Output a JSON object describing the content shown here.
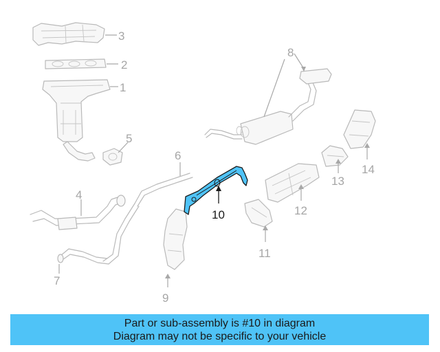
{
  "diagram": {
    "callouts": {
      "c1": "1",
      "c2": "2",
      "c3": "3",
      "c4": "4",
      "c5": "5",
      "c6": "6",
      "c7": "7",
      "c8": "8",
      "c9": "9",
      "c10": "10",
      "c11": "11",
      "c12": "12",
      "c13": "13",
      "c14": "14"
    },
    "highlighted_part": "10"
  },
  "banner": {
    "line1": "Part or sub-assembly is #10 in diagram",
    "line2": "Diagram may not be specific to your vehicle"
  },
  "colors": {
    "highlight": "#4fc3f7",
    "part_outline": "#b9b9b9",
    "callout_text": "#a6a6a6"
  }
}
